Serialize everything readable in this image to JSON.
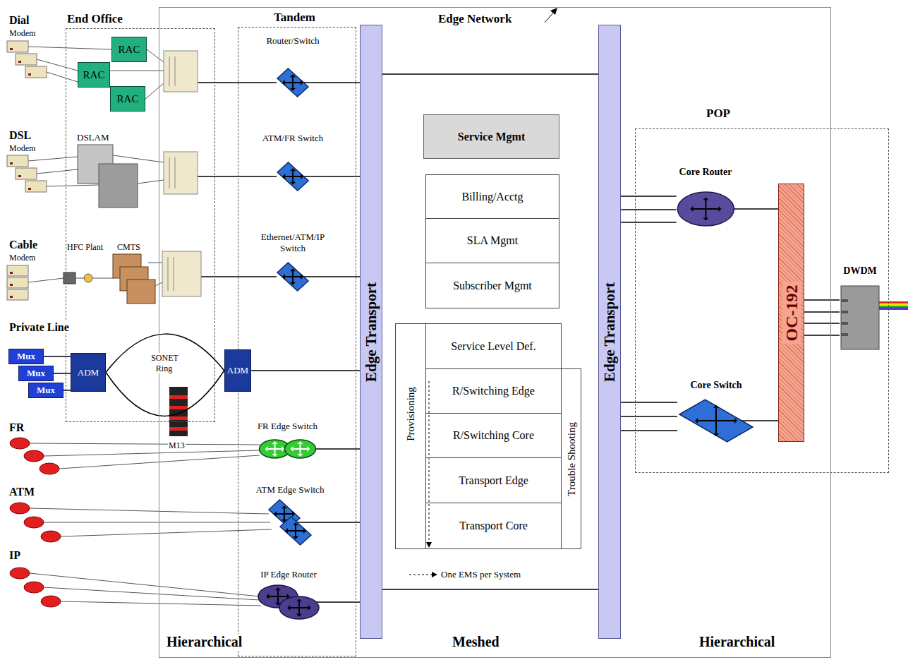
{
  "diagram": {
    "nodes": [
      {
        "text": [
          "End Office"
        ]
      },
      {
        "text": [
          "RAC"
        ],
        "in": 0
      },
      {
        "text": [
          "RAC"
        ],
        "in": 0
      },
      {
        "text": [
          "RAC"
        ],
        "in": 0
      },
      {
        "text": [
          "Mux"
        ]
      },
      {
        "text": [
          "Mux"
        ]
      },
      {
        "text": [
          "Mux"
        ]
      },
      {
        "text": [
          "ADM"
        ],
        "in": 0
      },
      {
        "text": [
          "Edge Network"
        ]
      },
      {
        "text": [
          "Tandem"
        ],
        "in": 8
      },
      {
        "text": [
          "Router/Switch"
        ],
        "in": 9
      },
      {
        "text": [
          "ATM/FR Switch"
        ],
        "in": 9
      },
      {
        "text": [
          "Ethernet/ATM/IP Switch"
        ],
        "in": 9
      },
      {
        "text": [
          "ADM"
        ],
        "in": 8
      },
      {
        "text": [
          "FR Edge Switch"
        ],
        "in": 9
      },
      {
        "text": [
          "ATM Edge Switch"
        ],
        "in": 9
      },
      {
        "text": [
          "IP Edge Router"
        ],
        "in": 9
      },
      {
        "text": [
          "Edge Transport"
        ],
        "in": 8
      },
      {
        "text": [
          "Service Mgmt"
        ],
        "in": 8
      },
      {
        "text": [
          "Billing/Acctg"
        ],
        "in": 8
      },
      {
        "text": [
          "SLA Mgmt"
        ],
        "in": 8
      },
      {
        "text": [
          "Subscriber Mgmt"
        ],
        "in": 8
      },
      {
        "text": [
          "Provisioning"
        ],
        "in": 8
      },
      {
        "text": [
          "Service Level Def."
        ],
        "in": 22
      },
      {
        "text": [
          "R/Switching Edge"
        ],
        "in": 22
      },
      {
        "text": [
          "R/Switching Core"
        ],
        "in": 22
      },
      {
        "text": [
          "Transport Edge"
        ],
        "in": 22
      },
      {
        "text": [
          "Transport Core"
        ],
        "in": 22
      },
      {
        "text": [
          "Trouble Shooting"
        ],
        "in": 8
      },
      {
        "text": [
          "Edge Transport"
        ],
        "in": 8
      },
      {
        "text": [
          "POP"
        ]
      },
      {
        "text": [
          "Core Router"
        ],
        "in": 30
      },
      {
        "text": [
          "Core Switch"
        ],
        "in": 30
      },
      {
        "text": [
          "OC-192"
        ],
        "in": 30
      },
      {
        "text": [
          "DWDM"
        ],
        "in": 30
      }
    ],
    "edges": [
      {
        "from": 4,
        "to": 7,
        "arrow": "none"
      },
      {
        "from": 5,
        "to": 7,
        "arrow": "none"
      },
      {
        "from": 6,
        "to": 7,
        "arrow": "none"
      },
      {
        "from": 7,
        "to": 13,
        "arrow": "none"
      },
      {
        "from": 7,
        "to": 13,
        "arrow": "none"
      },
      {
        "from": 10,
        "to": 17,
        "arrow": "none"
      },
      {
        "from": 11,
        "to": 17,
        "arrow": "none"
      },
      {
        "from": 12,
        "to": 17,
        "arrow": "none"
      },
      {
        "from": 13,
        "to": 17,
        "arrow": "none"
      },
      {
        "from": 14,
        "to": 17,
        "arrow": "none"
      },
      {
        "from": 15,
        "to": 17,
        "arrow": "none"
      },
      {
        "from": 16,
        "to": 17,
        "arrow": "none"
      },
      {
        "from": 17,
        "to": 29,
        "arrow": "none"
      },
      {
        "from": 17,
        "to": 29,
        "arrow": "none"
      },
      {
        "from": 29,
        "to": 31,
        "arrow": "none"
      },
      {
        "from": 29,
        "to": 31,
        "arrow": "none"
      },
      {
        "from": 29,
        "to": 31,
        "arrow": "none"
      },
      {
        "from": 29,
        "to": 32,
        "arrow": "none"
      },
      {
        "from": 29,
        "to": 32,
        "arrow": "none"
      },
      {
        "from": 29,
        "to": 32,
        "arrow": "none"
      },
      {
        "from": 31,
        "to": 33,
        "arrow": "none"
      },
      {
        "from": 32,
        "to": 33,
        "arrow": "none"
      },
      {
        "from": 33,
        "to": 34,
        "arrow": "none"
      },
      {
        "from": 33,
        "to": 34,
        "arrow": "none"
      },
      {
        "from": 33,
        "to": 34,
        "arrow": "none"
      },
      {
        "from": 33,
        "to": 34,
        "arrow": "none"
      }
    ],
    "labels": [
      "Dial",
      "Modem",
      "DSL",
      "Modem",
      "Cable",
      "Modem",
      "Private Line",
      "DSLAM",
      "HFC Plant",
      "CMTS",
      "SONET Ring",
      "M13",
      "FR",
      "ATM",
      "IP",
      "Hierarchical",
      "Meshed",
      "Hierarchical"
    ],
    "legend": [
      {
        "text": "One EMS per System"
      }
    ]
  }
}
